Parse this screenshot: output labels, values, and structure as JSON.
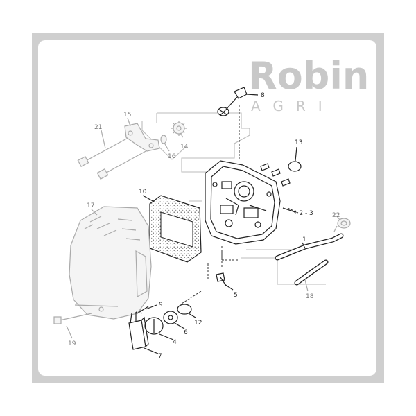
{
  "brand": {
    "name": "Robin",
    "sub": "AGRI",
    "color": "#c8c8c8"
  },
  "callouts": {
    "p1": "1",
    "p2_3": "* 2 - 3",
    "p4": "4",
    "p5": "5",
    "p6": "6",
    "p7": "7",
    "p8": "8",
    "p9": "9",
    "p10": "10",
    "p12": "12",
    "p13": "13",
    "p14": "14",
    "p15": "15",
    "p16": "16",
    "p17": "17",
    "p18": "18",
    "p19": "19",
    "p21": "21",
    "p22": "22"
  },
  "colors": {
    "frame": "#cfcfcf",
    "line_dark": "#222222",
    "line_gray": "#aaaaaa"
  }
}
